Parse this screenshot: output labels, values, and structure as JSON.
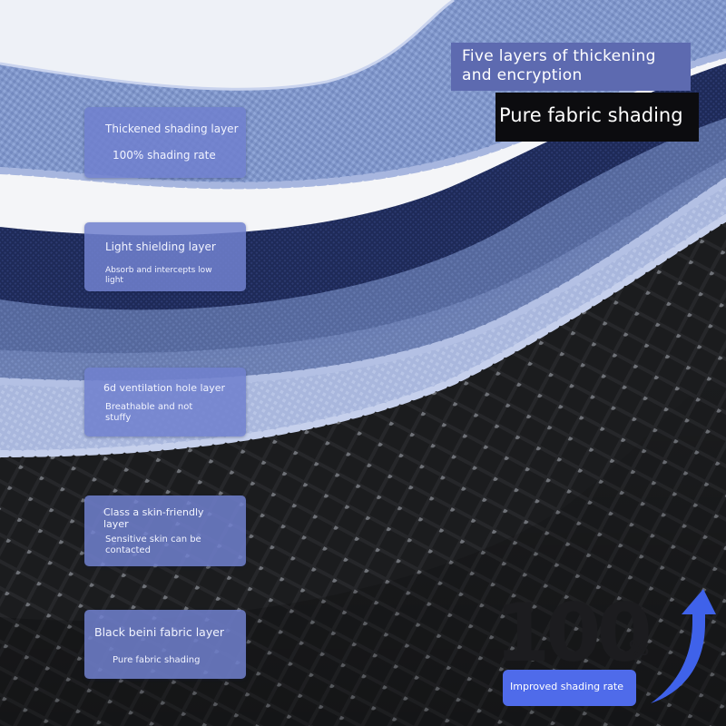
{
  "header": {
    "title_line1": "Five layers of thickening",
    "title_line2": "and encryption",
    "subtitle": "Pure fabric shading"
  },
  "layers": [
    {
      "title": "Thickened shading layer",
      "description": "100% shading rate"
    },
    {
      "title": "Light shielding layer",
      "description_line1": "Absorb and intercepts low",
      "description_line2": "light"
    },
    {
      "title": "6d ventilation hole layer",
      "description_line1": "Breathable and not",
      "description_line2": "stuffy"
    },
    {
      "title_line1": "Class a skin-friendly",
      "title_line2": "layer",
      "description_line1": "Sensitive skin can be",
      "description_line2": "contacted"
    },
    {
      "title": "Black beini fabric layer",
      "description": "Pure fabric shading"
    }
  ],
  "stat": {
    "number": "100",
    "unit": "%",
    "caption": "Improved shading rate"
  },
  "icons": {
    "arrow": "curved-up-arrow-icon"
  },
  "colors": {
    "card": "#7080ce",
    "header_bg": "#5d6ab0",
    "dark_box": "#0c0c0f",
    "pill": "#4f6bea",
    "arrow": "#3f62ea",
    "fabric_top": "#8aa0d2",
    "fabric_navy": "#1e2a58",
    "fabric_black": "#232426"
  }
}
